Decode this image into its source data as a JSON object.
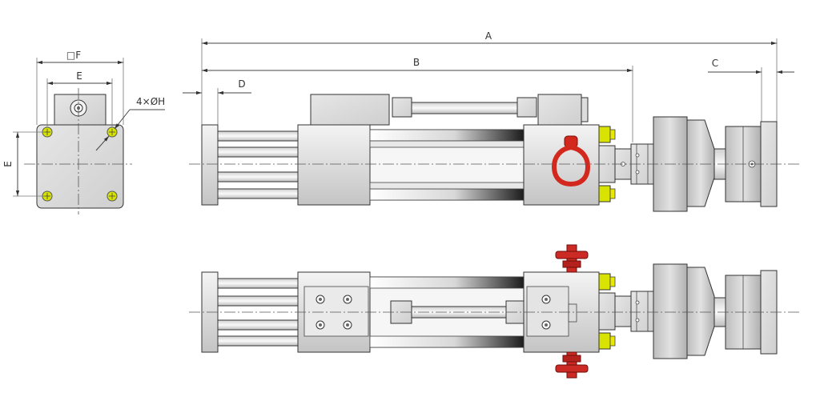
{
  "labels": {
    "dim_a": "A",
    "dim_b": "B",
    "dim_c": "C",
    "dim_d": "D",
    "dim_e_top": "E",
    "dim_e_side": "E",
    "dim_f": "□F",
    "holes": "4×ØH"
  },
  "colors": {
    "bolt": "#d8e400",
    "lifting_ring": "#d2281e",
    "valve": "#cc2a25"
  }
}
